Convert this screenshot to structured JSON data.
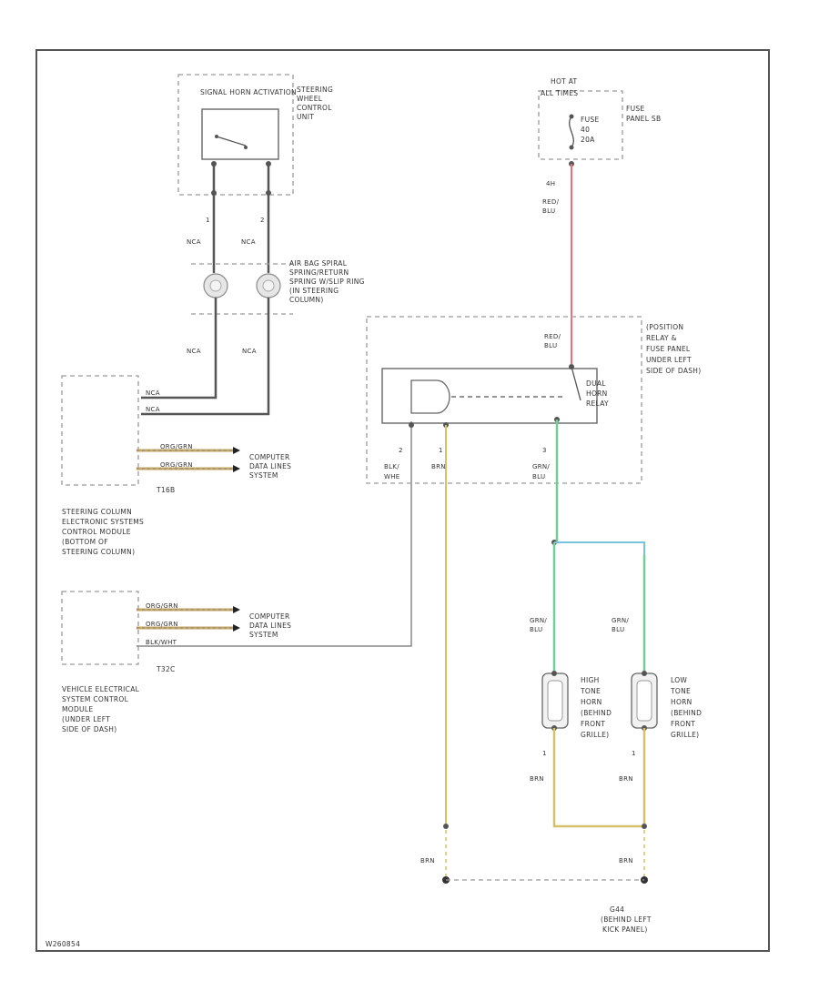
{
  "colors": {
    "red_wire": "#ef6f7b",
    "green_wire": "#6fcf97",
    "blue_wire": "#78c4dc",
    "yellow_wire": "#d6c06a",
    "gray_wire": "#666666",
    "data_wire": "#c8a65c"
  },
  "components": {
    "horn_switch": "SIGNAL HORN ACTIVATION",
    "steering_wheel_control": [
      "STEERING",
      "WHEEL",
      "CONTROL",
      "UNIT"
    ],
    "fuse_hot": [
      "HOT AT",
      "ALL TIMES"
    ],
    "fuse_label": [
      "FUSE",
      "40",
      "20A"
    ],
    "fuse_panel": [
      "FUSE",
      "PANEL SB"
    ],
    "airbag_spring": [
      "AIR BAG SPIRAL",
      "SPRING/RETURN",
      "SPRING W/SLIP RING",
      "(IN STEERING",
      "COLUMN)"
    ],
    "relay_panel": [
      "(POSITION",
      "RELAY &",
      "FUSE PANEL",
      "UNDER LEFT",
      "SIDE OF DASH)"
    ],
    "dual_horn_relay": [
      "DUAL",
      "HORN",
      "RELAY"
    ],
    "steering_column_module_conn": "T16B",
    "steering_column_module": [
      "STEERING COLUMN",
      "ELECTRONIC SYSTEMS",
      "CONTROL MODULE",
      "(BOTTOM OF",
      "STEERING COLUMN)"
    ],
    "computer_data_1": [
      "COMPUTER",
      "DATA LINES",
      "SYSTEM"
    ],
    "computer_data_2": [
      "COMPUTER",
      "DATA LINES",
      "SYSTEM"
    ],
    "vehicle_module_conn": "T32C",
    "vehicle_module": [
      "VEHICLE ELECTRICAL",
      "SYSTEM CONTROL",
      "MODULE",
      "(UNDER LEFT",
      "SIDE OF DASH)"
    ],
    "high_horn": [
      "HIGH",
      "TONE",
      "HORN",
      "(BEHIND",
      "FRONT",
      "GRILLE)"
    ],
    "low_horn": [
      "LOW",
      "TONE",
      "HORN",
      "(BEHIND",
      "FRONT",
      "GRILLE)"
    ],
    "ground": [
      "G44",
      "(BEHIND LEFT",
      "KICK PANEL)"
    ],
    "figure_id": "W260854"
  },
  "wires": {
    "nca_pin1": "1",
    "nca_pin2": "2",
    "nca_a": "NCA",
    "nca_b": "NCA",
    "nca_c": "NCA",
    "nca_d": "NCA",
    "fuse_out_num": "4H",
    "fuse_out_color": [
      "RED/",
      "BLU"
    ],
    "relay_in_color": [
      "RED/",
      "BLU"
    ],
    "relay_pin2": "2",
    "relay_pin1": "1",
    "relay_pin3": "3",
    "relay_pin2_color": [
      "BLK/",
      "WHE"
    ],
    "relay_pin1_color": "BRN",
    "relay_pin3_color": [
      "GRN/",
      "BLU"
    ],
    "t16b_1": "NCA",
    "t16b_2": "NCA",
    "t16b_3": "ORG/GRN",
    "t16b_4": "ORG/GRN",
    "t32c_1": "ORG/GRN",
    "t32c_2": "ORG/GRN",
    "t32c_3": "BLK/WHT",
    "high_horn_in": [
      "GRN/",
      "BLU"
    ],
    "low_horn_in": [
      "GRN/",
      "BLU"
    ],
    "horn_pin1a": "1",
    "horn_pin1b": "1",
    "high_horn_gnd": "BRN",
    "low_horn_gnd": "BRN",
    "gnd_left": "BRN",
    "gnd_right": "BRN"
  }
}
